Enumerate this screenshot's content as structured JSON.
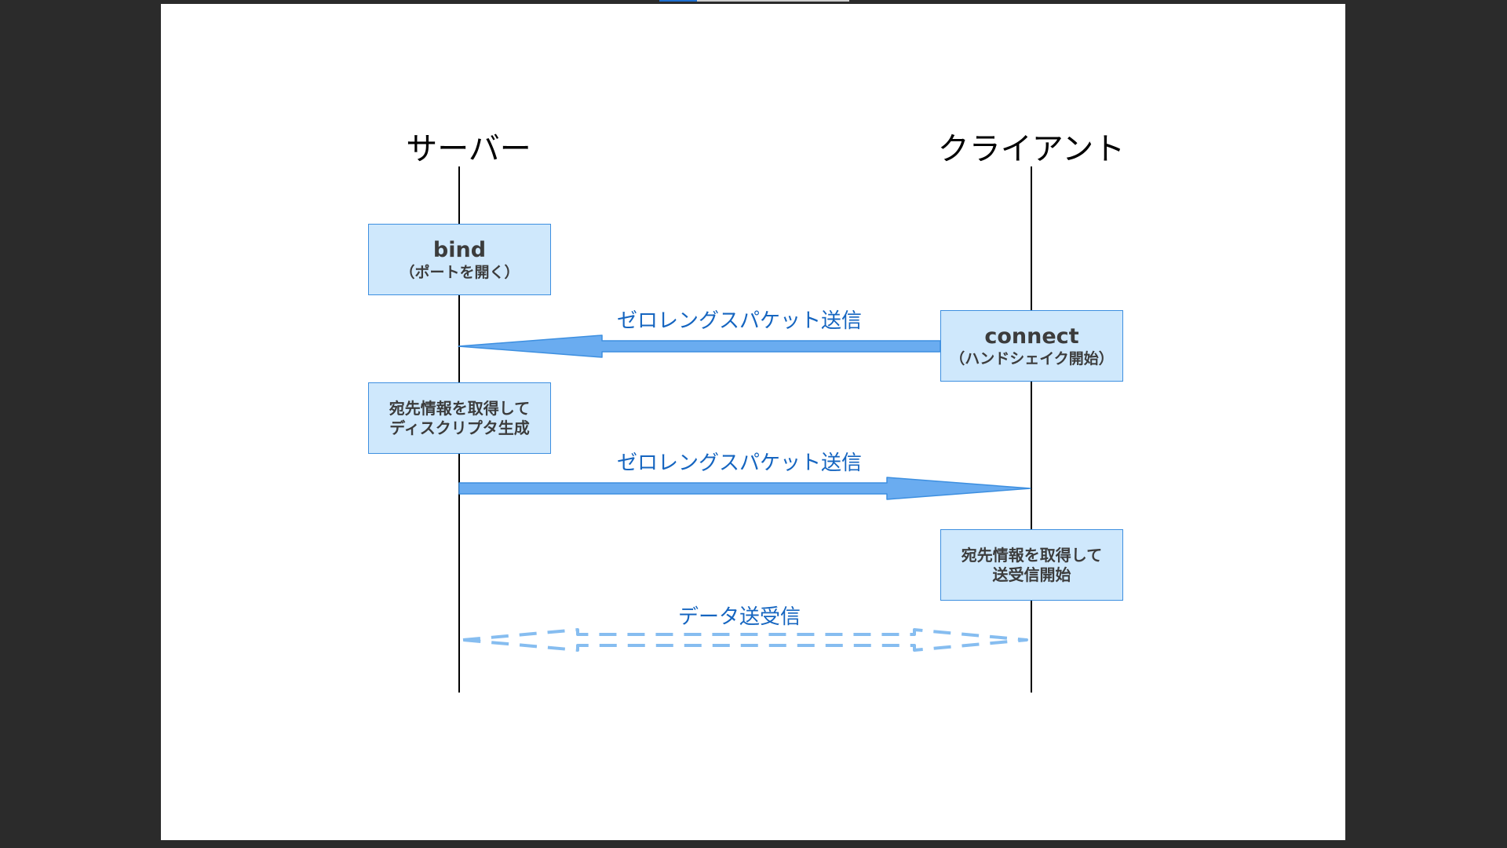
{
  "diagram": {
    "actors": {
      "server": "サーバー",
      "client": "クライアント"
    },
    "boxes": {
      "bind": {
        "main": "bind",
        "sub": "（ポートを開く）"
      },
      "connect": {
        "main": "connect",
        "sub": "（ハンドシェイク開始）"
      },
      "server_descriptor": {
        "line1": "宛先情報を取得して",
        "line2": "ディスクリプタ生成"
      },
      "client_start": {
        "line1": "宛先情報を取得して",
        "line2": "送受信開始"
      }
    },
    "messages": {
      "zero_packet_1": "ゼロレングスパケット送信",
      "zero_packet_2": "ゼロレングスパケット送信",
      "data_exchange": "データ送受信"
    },
    "colors": {
      "box_fill": "#cfe8fc",
      "box_border": "#3d8fe0",
      "arrow_fill": "#6aacf0",
      "arrow_stroke": "#3d8fe0",
      "label": "#1565c0"
    }
  }
}
